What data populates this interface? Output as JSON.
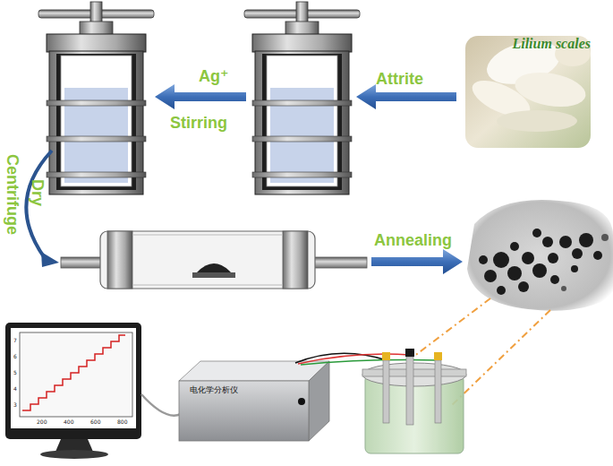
{
  "diagram": {
    "nodes": [
      {
        "text": [
          "Lilium scales"
        ]
      },
      {
        "text": [
          "电化学分析仪"
        ]
      }
    ],
    "labels": [
      "Attrite",
      "Ag⁺",
      "Stirring",
      "Dry",
      "Centrifuge",
      "Annealing",
      "200",
      "400",
      "600",
      "800",
      "3",
      "4",
      "5",
      "6",
      "7"
    ]
  }
}
